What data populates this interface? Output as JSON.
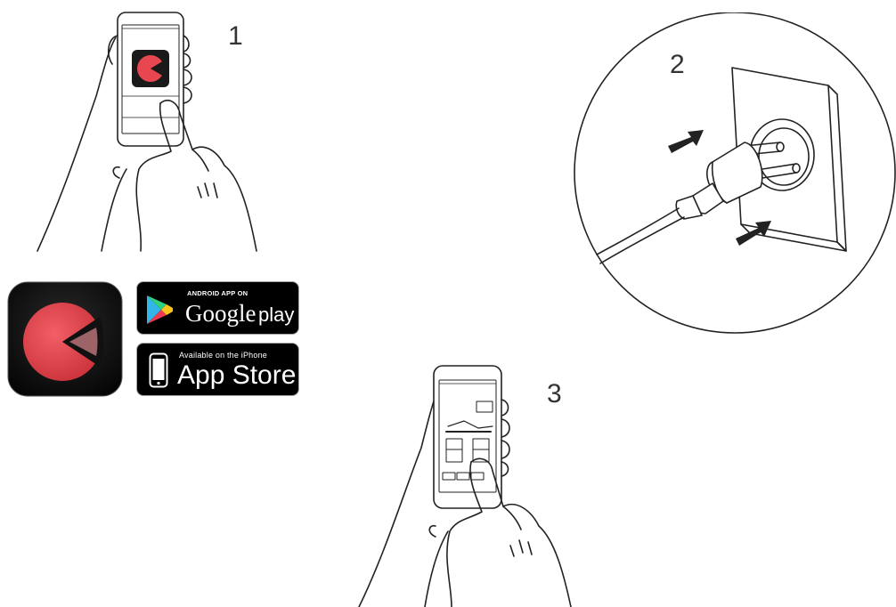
{
  "steps": [
    {
      "number": "1"
    },
    {
      "number": "2"
    },
    {
      "number": "3"
    }
  ],
  "badges": {
    "google_play": {
      "caption": "ANDROID APP ON",
      "brand": "Google",
      "brand_suffix": "play",
      "icon": "play-triangle-icon"
    },
    "app_store": {
      "caption": "Available on the iPhone",
      "brand": "App Store",
      "icon": "iphone-icon"
    }
  },
  "app_icon": {
    "icon": "app-logo-icon",
    "accent": "#e8474f",
    "background": "#111111"
  },
  "colors": {
    "ink": "#222222",
    "arrow": "#222222"
  }
}
